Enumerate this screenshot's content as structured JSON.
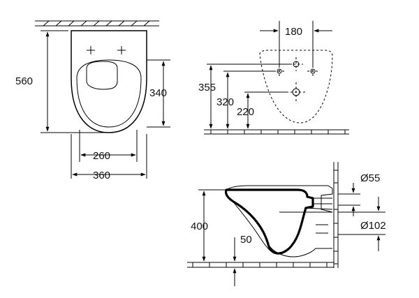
{
  "dimensions": {
    "top_view": {
      "height": "560",
      "seat_height": "340",
      "inner_width": "260",
      "outer_width": "360"
    },
    "rear_view": {
      "mount_spacing": "180",
      "height_a": "355",
      "height_b": "320",
      "height_c": "220"
    },
    "side_view": {
      "pipe_top_diameter": "Ø55",
      "pipe_bottom_diameter": "Ø102",
      "height": "400",
      "offset": "50"
    }
  }
}
